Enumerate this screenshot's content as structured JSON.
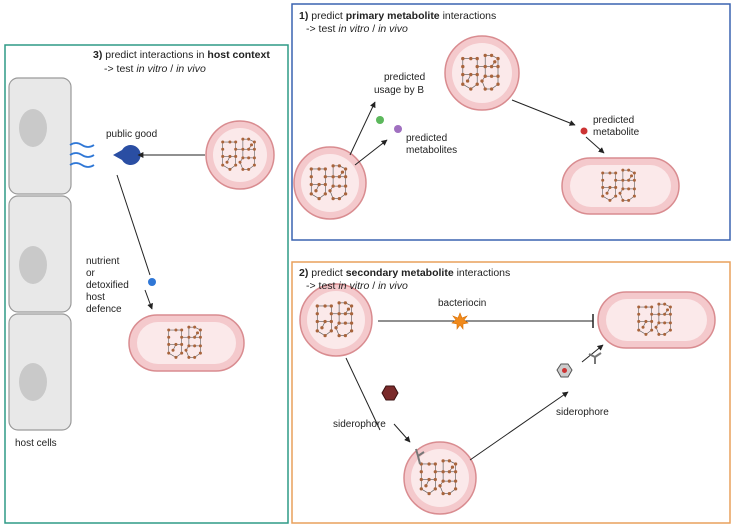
{
  "panel1": {
    "num": "1)",
    "title_pre": " predict ",
    "title_bold": "primary metabolite",
    "title_post": " interactions",
    "test_pre": "-> test ",
    "test_vitro": "in vitro",
    "test_sep": " / ",
    "test_vivo": "in vivo",
    "usage_l1": "predicted",
    "usage_l2": "usage by B",
    "mets_l1": "predicted",
    "mets_l2": "metabolites",
    "met_l1": "predicted",
    "met_l2": "metabolite"
  },
  "panel2": {
    "num": "2)",
    "title_pre": " predict ",
    "title_bold": "secondary metabolite",
    "title_post": " interactions",
    "test_pre": "-> test ",
    "test_vitro": "in vitro",
    "test_sep": " / ",
    "test_vivo": "in vivo",
    "bacteriocin": "bacteriocin",
    "siderophore_left": "siderophore",
    "siderophore_right": "siderophore"
  },
  "panel3": {
    "num": "3)",
    "title_pre": " predict interactions in  ",
    "title_bold": "host context",
    "test_pre": "-> test  ",
    "test_vitro": "in vitro",
    "test_sep": " / ",
    "test_vivo": "in vivo",
    "public_good": "public good",
    "nutrient_lines": [
      "nutrient",
      "or",
      "detoxified",
      "host",
      "defence"
    ],
    "host_cells": "host cells"
  },
  "colors": {
    "panel1_border": "#3a63b0",
    "panel2_border": "#e9a05c",
    "panel3_border": "#2e9a86",
    "cell_fill": "#f4c9cc",
    "cell_inner": "#fbe9ea",
    "cell_stroke": "#d98c90",
    "node": "#a8643c",
    "green": "#5cb85c",
    "purple": "#a070c0",
    "red": "#cc3333",
    "blue": "#2f77d6",
    "host": "#e8e8e8"
  }
}
